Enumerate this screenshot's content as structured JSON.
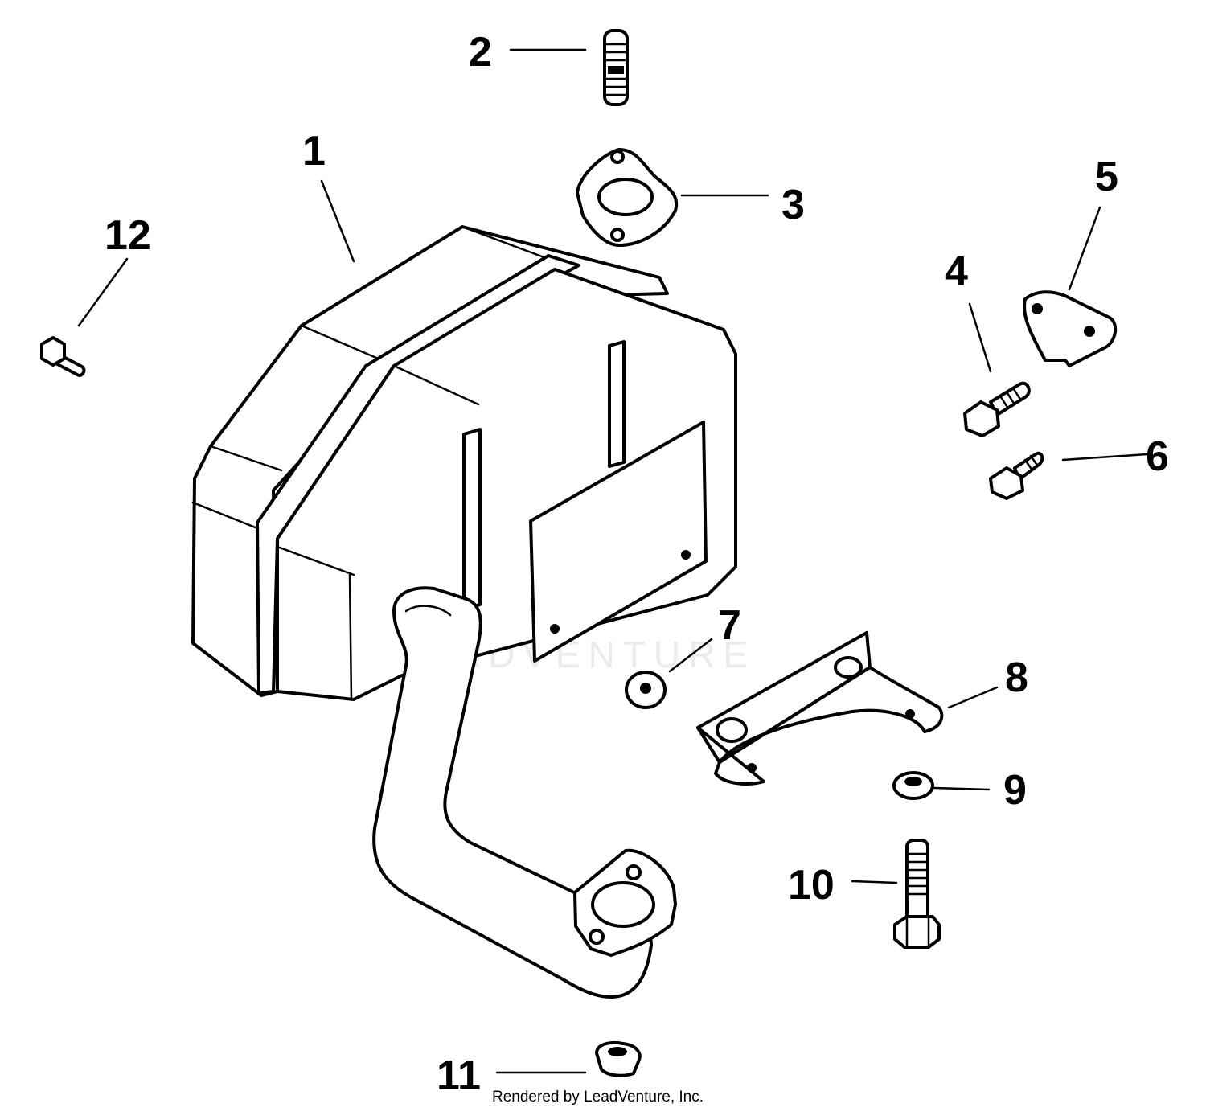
{
  "diagram": {
    "callouts": {
      "c1": "1",
      "c2": "2",
      "c3": "3",
      "c4": "4",
      "c5": "5",
      "c6": "6",
      "c7": "7",
      "c8": "8",
      "c9": "9",
      "c10": "10",
      "c11": "11",
      "c12": "12"
    },
    "watermark": {
      "text": "LEADVENTURE"
    },
    "credit": "Rendered by LeadVenture, Inc."
  }
}
